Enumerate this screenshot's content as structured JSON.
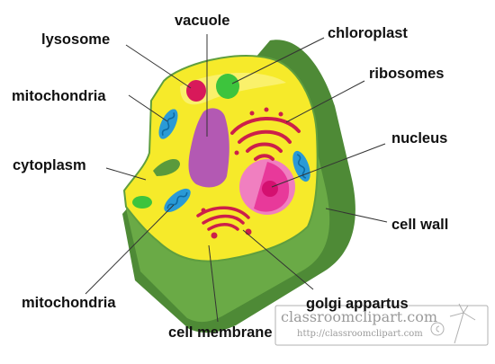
{
  "labels": {
    "vacuole": "vacuole",
    "lysosome": "lysosome",
    "chloroplast": "chloroplast",
    "ribosomes": "ribosomes",
    "mitochondria_top": "mitochondria",
    "nucleus": "nucleus",
    "cytoplasm": "cytoplasm",
    "cell_wall": "cell wall",
    "mitochondria_bottom": "mitochondria",
    "golgi": "golgi appartus",
    "cell_membrane": "cell membrane"
  },
  "watermark": {
    "name": "classroomclipart.com",
    "url": "http://classroomclipart.com"
  },
  "colors": {
    "cell_wall_dark": "#4e8a36",
    "cell_wall": "#6aaa46",
    "membrane": "#5f9e3e",
    "cytoplasm": "#f6ea2a",
    "cytoplasm_light": "#fbf27c",
    "vacuole": "#b359b3",
    "lysosome": "#d8195a",
    "chloroplast": "#3dc43d",
    "mitochondria": "#2a9ad6",
    "nucleus_outer": "#f07fc0",
    "nucleus_inner": "#e8399a",
    "nucleolus": "#d41070",
    "organelle_red": "#cc1f4a",
    "leader_line": "#333333"
  }
}
